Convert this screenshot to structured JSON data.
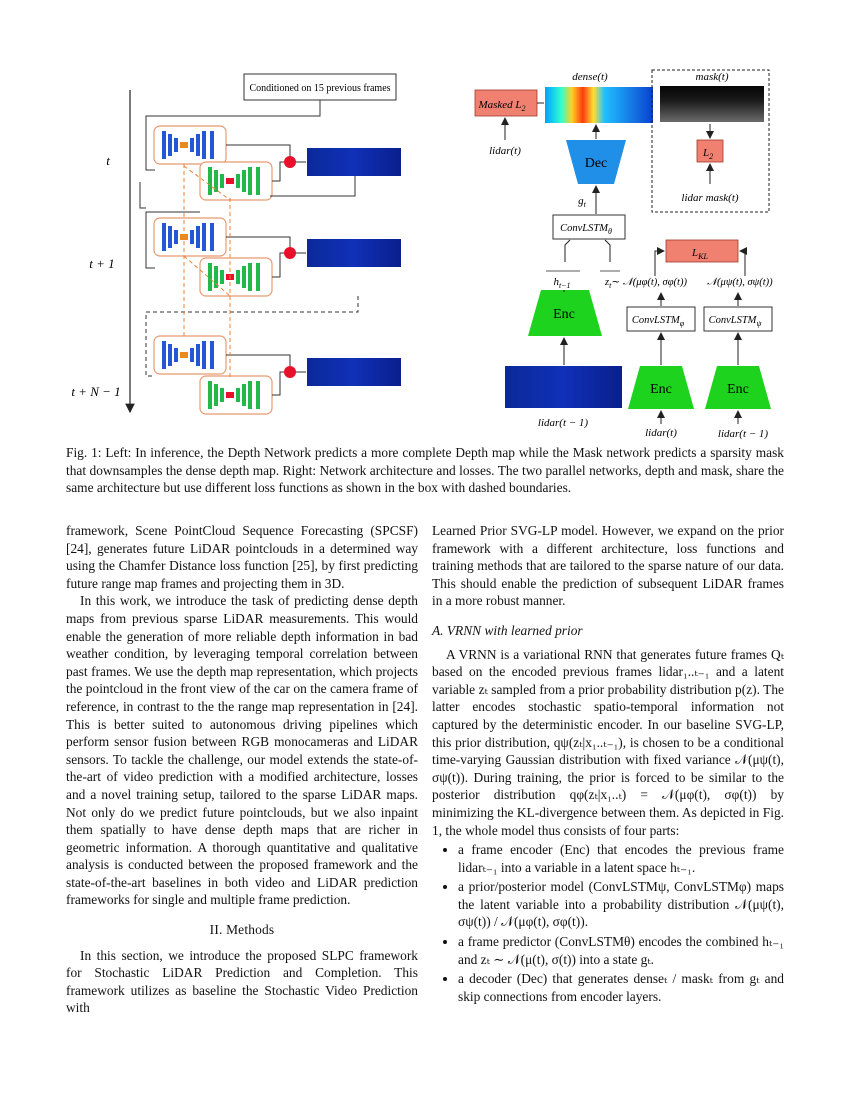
{
  "figure": {
    "conditioned_label": "Conditioned on 15 previous frames",
    "time_labels": [
      "t",
      "t + 1",
      "t + N − 1"
    ],
    "right": {
      "dense_label": "dense(t)",
      "mask_label": "mask(t)",
      "masked_l2": "Masked L",
      "masked_l2_sub": "2",
      "lidar_t": "lidar(t)",
      "dec": "Dec",
      "l2": "L",
      "l2_sub": "2",
      "lidar_mask": "lidar mask(t)",
      "g_t": "g",
      "g_t_sub": "t",
      "convlstm_theta": "ConvLSTM",
      "convlstm_theta_sub": "θ",
      "l_kl": "L",
      "l_kl_sub": "KL",
      "h_prev": "h",
      "h_prev_sub": "t−1",
      "z_t_eq": "z",
      "z_t_sub": "t",
      "z_t_dist": "∼ 𝒩(μφ(t), σφ(t))",
      "prior_dist": "𝒩(μψ(t), σψ(t))",
      "enc": "Enc",
      "convlstm_phi": "ConvLSTM",
      "convlstm_phi_sub": "φ",
      "convlstm_psi": "ConvLSTM",
      "convlstm_psi_sub": "ψ",
      "lidar_prev": "lidar(t − 1)",
      "lidar_t2": "lidar(t)",
      "lidar_prev2": "lidar(t − 1)"
    }
  },
  "caption": "Fig. 1: Left: In inference, the Depth Network predicts a more complete Depth map while the Mask network predicts a sparsity mask that downsamples the dense depth map. Right: Network architecture and losses. The two parallel networks, depth and mask, share the same architecture but use different loss functions as shown in the box with dashed boundaries.",
  "left_column": {
    "p1": "framework, Scene PointCloud Sequence Forecasting (SPCSF) [24], generates future LiDAR pointclouds in a determined way using the Chamfer Distance loss function [25], by first predicting future range map frames and projecting them in 3D.",
    "p2": "In this work, we introduce the task of predicting dense depth maps from previous sparse LiDAR measurements. This would enable the generation of more reliable depth information in bad weather condition, by leveraging temporal correlation between past frames. We use the depth map representation, which projects the pointcloud in the front view of the car on the camera frame of reference, in contrast to the the range map representation in [24]. This is better suited to autonomous driving pipelines which perform sensor fusion between RGB monocameras and LiDAR sensors. To tackle the challenge, our model extends the state-of-the-art of video prediction with a modified architecture, losses and a novel training setup, tailored to the sparse LiDAR maps. Not only do we predict future pointclouds, but we also inpaint them spatially to have dense depth maps that are richer in geometric information. A thorough quantitative and qualitative analysis is conducted between the proposed framework and the state-of-the-art baselines in both video and LiDAR prediction frameworks for single and multiple frame prediction.",
    "section": "II. Methods",
    "p3": "In this section, we introduce the proposed SLPC framework for Stochastic LiDAR Prediction and Completion. This framework utilizes as baseline the Stochastic Video Prediction with"
  },
  "right_column": {
    "p1": "Learned Prior SVG-LP model. However, we expand on the prior framework with a different architecture, loss functions and training methods that are tailored to the sparse nature of our data. This should enable the prediction of subsequent LiDAR frames in a more robust manner.",
    "subsection": "A. VRNN with learned prior",
    "p2": "A VRNN is a variational RNN that generates future frames Qₜ based on the encoded previous frames lidar₁..ₜ₋₁ and a latent variable zₜ sampled from a prior probability distribution p(z). The latter encodes stochastic spatio-temporal information not captured by the deterministic encoder. In our baseline SVG-LP, this prior distribution, qψ(zₜ|x₁..ₜ₋₁), is chosen to be a conditional time-varying Gaussian distribution with fixed variance 𝒩(μψ(t), σψ(t)). During training, the prior is forced to be similar to the posterior distribution qφ(zₜ|x₁..ₜ) = 𝒩(μφ(t), σφ(t)) by minimizing the KL-divergence between them. As depicted in Fig. 1, the whole model thus consists of four parts:",
    "bullets": [
      "a frame encoder (Enc) that encodes the previous frame lidarₜ₋₁ into a variable in a latent space hₜ₋₁.",
      "a prior/posterior model (ConvLSTMψ, ConvLSTMφ) maps the latent variable into a probability distribution 𝒩(μψ(t), σψ(t)) / 𝒩(μφ(t), σφ(t)).",
      "a frame predictor (ConvLSTMθ) encodes the combined hₜ₋₁ and zₜ ∼ 𝒩(μ(t), σ(t)) into a state gₜ.",
      "a decoder (Dec) that generates denseₜ / maskₜ from gₜ and skip connections from encoder layers."
    ]
  },
  "colors": {
    "dec_blue": "#1f8fe8",
    "enc_green": "#1ed31e",
    "loss_red": "#f08070",
    "unet_blue": "#2456d6",
    "unet_green": "#22b84a",
    "node_red": "#e8102a",
    "dash_orange": "#e8833a"
  }
}
